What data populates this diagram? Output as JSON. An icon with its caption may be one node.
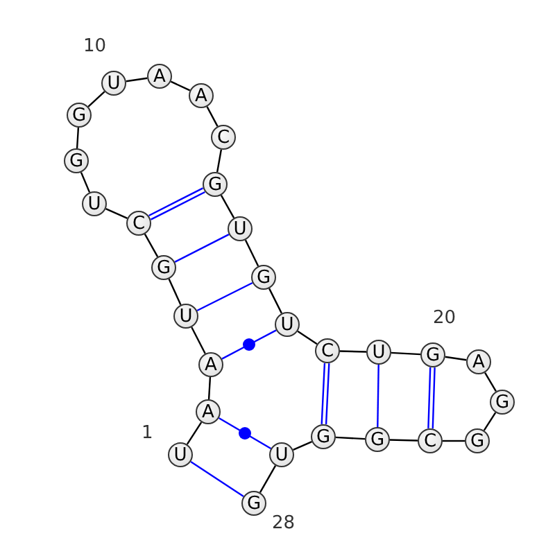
{
  "diagram": {
    "nodes": [
      {
        "text": [
          "U"
        ]
      },
      {
        "text": [
          "A"
        ]
      },
      {
        "text": [
          "A"
        ]
      },
      {
        "text": [
          "U"
        ]
      },
      {
        "text": [
          "G"
        ]
      },
      {
        "text": [
          "C"
        ]
      },
      {
        "text": [
          "U"
        ]
      },
      {
        "text": [
          "G"
        ]
      },
      {
        "text": [
          "G"
        ]
      },
      {
        "text": [
          "U"
        ]
      },
      {
        "text": [
          "A"
        ]
      },
      {
        "text": [
          "A"
        ]
      },
      {
        "text": [
          "C"
        ]
      },
      {
        "text": [
          "G"
        ]
      },
      {
        "text": [
          "U"
        ]
      },
      {
        "text": [
          "G"
        ]
      },
      {
        "text": [
          "U"
        ]
      },
      {
        "text": [
          "C"
        ]
      },
      {
        "text": [
          "U"
        ]
      },
      {
        "text": [
          "G"
        ]
      },
      {
        "text": [
          "A"
        ]
      },
      {
        "text": [
          "G"
        ]
      },
      {
        "text": [
          "G"
        ]
      },
      {
        "text": [
          "C"
        ]
      },
      {
        "text": [
          "G"
        ]
      },
      {
        "text": [
          "G"
        ]
      },
      {
        "text": [
          "U"
        ]
      },
      {
        "text": [
          "G"
        ]
      }
    ],
    "edges": [
      {
        "from": 0,
        "to": 1,
        "arrow": "none"
      },
      {
        "from": 1,
        "to": 2,
        "arrow": "none"
      },
      {
        "from": 2,
        "to": 3,
        "arrow": "none"
      },
      {
        "from": 3,
        "to": 4,
        "arrow": "none"
      },
      {
        "from": 4,
        "to": 5,
        "arrow": "none"
      },
      {
        "from": 5,
        "to": 6,
        "arrow": "none"
      },
      {
        "from": 6,
        "to": 7,
        "arrow": "none"
      },
      {
        "from": 7,
        "to": 8,
        "arrow": "none"
      },
      {
        "from": 8,
        "to": 9,
        "arrow": "none"
      },
      {
        "from": 9,
        "to": 10,
        "arrow": "none"
      },
      {
        "from": 10,
        "to": 11,
        "arrow": "none"
      },
      {
        "from": 11,
        "to": 12,
        "arrow": "none"
      },
      {
        "from": 12,
        "to": 13,
        "arrow": "none"
      },
      {
        "from": 13,
        "to": 14,
        "arrow": "none"
      },
      {
        "from": 14,
        "to": 15,
        "arrow": "none"
      },
      {
        "from": 15,
        "to": 16,
        "arrow": "none"
      },
      {
        "from": 16,
        "to": 17,
        "arrow": "none"
      },
      {
        "from": 17,
        "to": 18,
        "arrow": "none"
      },
      {
        "from": 18,
        "to": 19,
        "arrow": "none"
      },
      {
        "from": 19,
        "to": 20,
        "arrow": "none"
      },
      {
        "from": 20,
        "to": 21,
        "arrow": "none"
      },
      {
        "from": 21,
        "to": 22,
        "arrow": "none"
      },
      {
        "from": 22,
        "to": 23,
        "arrow": "none"
      },
      {
        "from": 23,
        "to": 24,
        "arrow": "none"
      },
      {
        "from": 24,
        "to": 25,
        "arrow": "none"
      },
      {
        "from": 25,
        "to": 26,
        "arrow": "none"
      },
      {
        "from": 26,
        "to": 27,
        "arrow": "none"
      },
      {
        "from": 0,
        "to": 27,
        "arrow": "none",
        "color": "#0000ff"
      },
      {
        "from": 1,
        "to": 26,
        "arrow": "none",
        "color": "#0000ff"
      },
      {
        "from": 2,
        "to": 16,
        "arrow": "none",
        "color": "#0000ff"
      },
      {
        "from": 3,
        "to": 15,
        "arrow": "none",
        "color": "#0000ff"
      },
      {
        "from": 4,
        "to": 14,
        "arrow": "none",
        "color": "#0000ff"
      },
      {
        "from": 5,
        "to": 13,
        "arrow": "none",
        "color": "#0000ff"
      },
      {
        "from": 17,
        "to": 25,
        "arrow": "none",
        "color": "#0000ff"
      },
      {
        "from": 18,
        "to": 24,
        "arrow": "none",
        "color": "#0000ff"
      },
      {
        "from": 19,
        "to": 23,
        "arrow": "none",
        "color": "#0000ff"
      }
    ],
    "labels": [
      "10",
      "20",
      "1",
      "28"
    ]
  }
}
